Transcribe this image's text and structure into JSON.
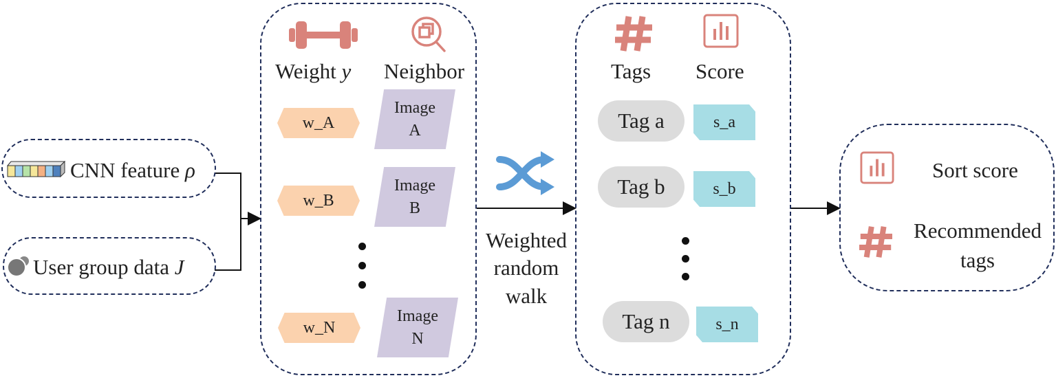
{
  "inputs": {
    "cnn": "CNN feature",
    "cnn_symbol": "ρ",
    "user": "User group data",
    "user_symbol": "J"
  },
  "neighbor_panel": {
    "weight_header": "Weight",
    "weight_symbol": "y",
    "neighbor_header": "Neighbor",
    "rows": [
      {
        "weight": "w_A",
        "image_line1": "Image",
        "image_line2": "A"
      },
      {
        "weight": "w_B",
        "image_line1": "Image",
        "image_line2": "B"
      },
      {
        "weight": "w_N",
        "image_line1": "Image",
        "image_line2": "N"
      }
    ]
  },
  "walk_label": [
    "Weighted",
    "random",
    "walk"
  ],
  "tag_panel": {
    "tags_header": "Tags",
    "score_header": "Score",
    "rows": [
      {
        "tag": "Tag a",
        "score": "s_a"
      },
      {
        "tag": "Tag b",
        "score": "s_b"
      },
      {
        "tag": "Tag n",
        "score": "s_n"
      }
    ]
  },
  "output_panel": {
    "sort": "Sort score",
    "recommended_line1": "Recommended",
    "recommended_line2": "tags"
  },
  "colors": {
    "border": "#1f2d5a",
    "icon_red": "#d9837b",
    "walk_blue": "#5b9bd5",
    "weight_fill": "#fbd2ae",
    "image_fill": "#d0c9df",
    "tag_fill": "#dcdcdc",
    "score_fill": "#a7dde5"
  },
  "icons": [
    "feature-vector-icon",
    "user-group-icon",
    "dumbbell-icon",
    "search-copy-icon",
    "hashtag-icon",
    "bar-chart-icon",
    "shuffle-icon"
  ]
}
